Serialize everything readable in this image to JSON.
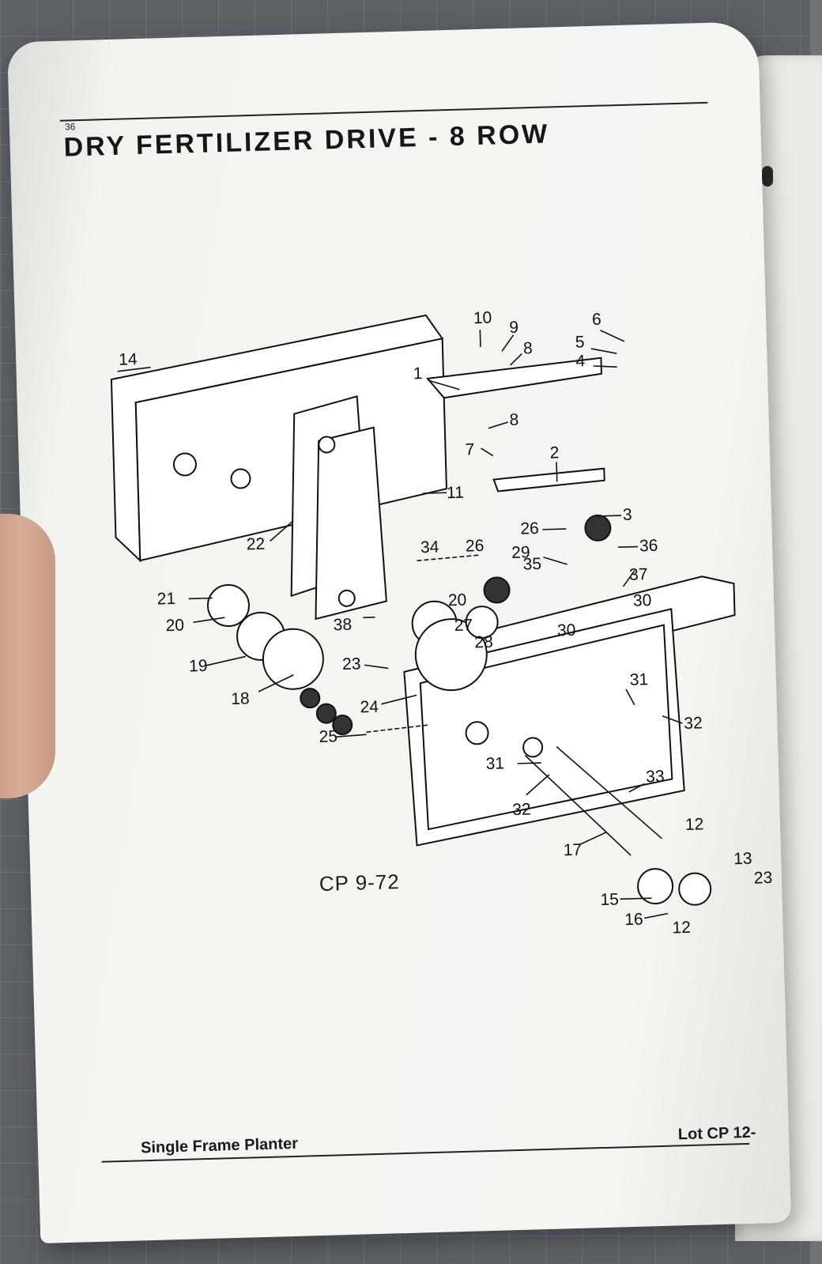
{
  "page": {
    "number": "36",
    "title": "DRY FERTILIZER DRIVE - 8 ROW",
    "figure_code": "CP 9-72",
    "footer_left": "Single Frame Planter",
    "footer_right": "Lot CP 12-"
  },
  "callouts": {
    "c1": "1",
    "c2": "2",
    "c3": "3",
    "c4": "4",
    "c5": "5",
    "c6": "6",
    "c7": "7",
    "c8a": "8",
    "c8b": "8",
    "c9": "9",
    "c10": "10",
    "c11": "11",
    "c12a": "12",
    "c12b": "12",
    "c13": "13",
    "c14": "14",
    "c15": "15",
    "c16": "16",
    "c17": "17",
    "c18": "18",
    "c19": "19",
    "c20a": "20",
    "c20b": "20",
    "c21": "21",
    "c22": "22",
    "c23a": "23",
    "c23b": "23",
    "c24": "24",
    "c25": "25",
    "c26a": "26",
    "c26b": "26",
    "c27": "27",
    "c28": "28",
    "c29": "29",
    "c30a": "30",
    "c30b": "30",
    "c31a": "31",
    "c31b": "31",
    "c32a": "32",
    "c32b": "32",
    "c33": "33",
    "c34": "34",
    "c35": "35",
    "c36": "36",
    "c37": "37",
    "c38": "38"
  }
}
